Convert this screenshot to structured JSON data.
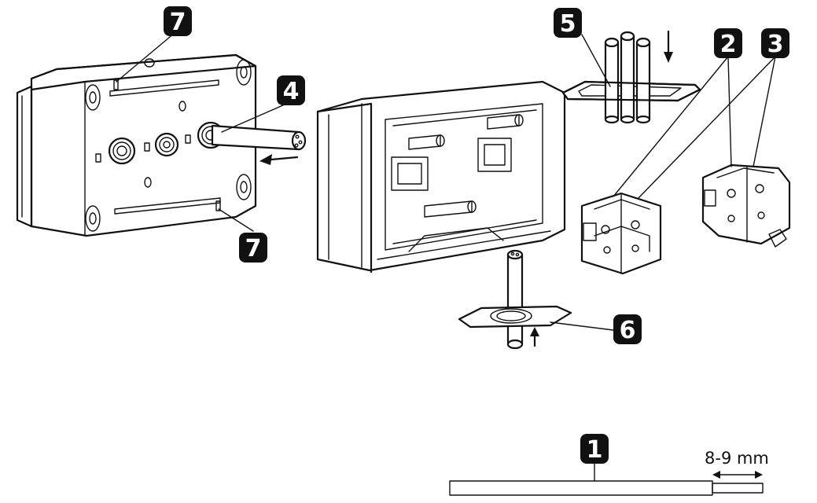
{
  "callouts": [
    {
      "id": "callout-1",
      "label": "1"
    },
    {
      "id": "callout-2",
      "label": "2"
    },
    {
      "id": "callout-3",
      "label": "3"
    },
    {
      "id": "callout-4",
      "label": "4"
    },
    {
      "id": "callout-5",
      "label": "5"
    },
    {
      "id": "callout-6",
      "label": "6"
    },
    {
      "id": "callout-7-top",
      "label": "7"
    },
    {
      "id": "callout-7-bottom",
      "label": "7"
    }
  ],
  "dimension": {
    "strip_length": "8-9 mm"
  },
  "colors": {
    "ink": "#111111",
    "badge": "#111111",
    "background": "#ffffff"
  },
  "icons": [
    "arrow-left-icon",
    "arrow-down-icon",
    "arrow-up-icon",
    "double-arrow-icon"
  ]
}
